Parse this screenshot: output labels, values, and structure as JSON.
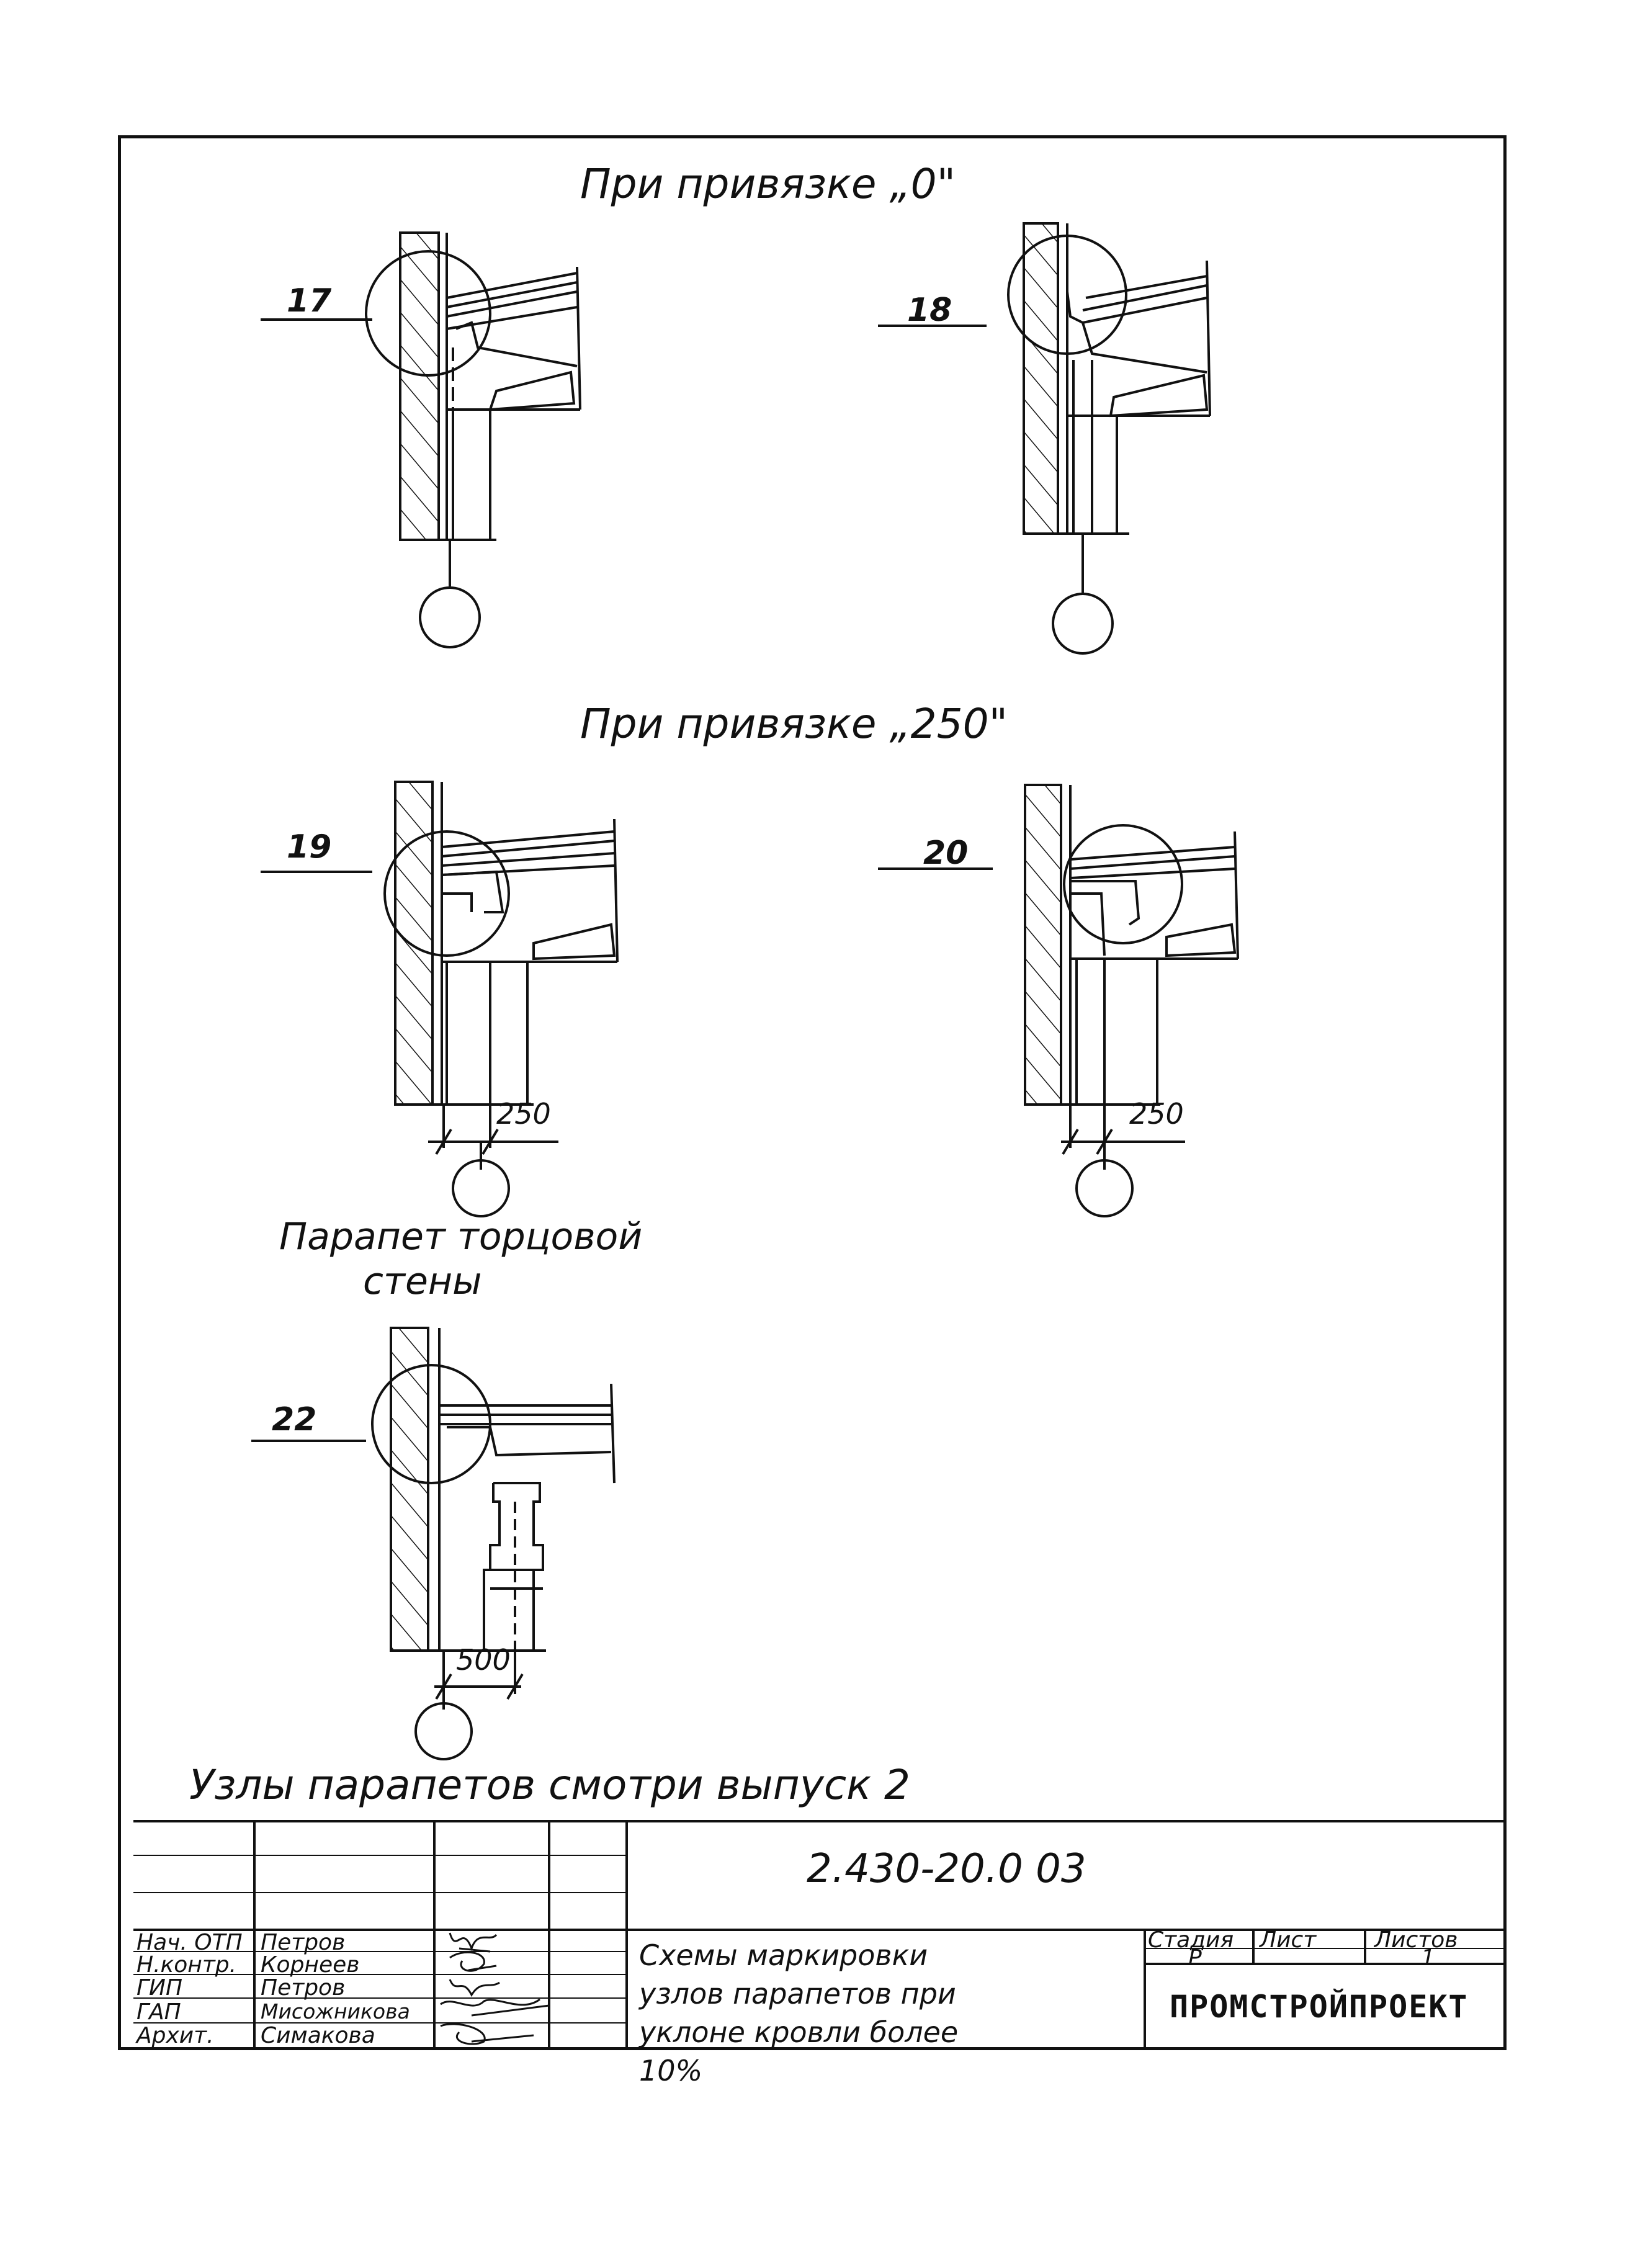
{
  "headings": {
    "binding_0": "При привязке „0\"",
    "binding_250": "При привязке „250\"",
    "end_wall_parapet_line1": "Парапет торцовой",
    "end_wall_parapet_line2": "стены",
    "footer_note": "Узлы парапетов смотри выпуск 2"
  },
  "nodes": {
    "n17": "17",
    "n18": "18",
    "n19": "19",
    "n20": "20",
    "n22": "22"
  },
  "dimensions": {
    "d250_left": "250",
    "d250_right": "250",
    "d500": "500"
  },
  "title_block": {
    "document_code": "2.430-20.0 03",
    "description": "Схемы маркировки узлов парапетов при уклоне кровли более 10%",
    "stage_header": "Стадия",
    "sheet_header": "Лист",
    "sheets_header": "Листов",
    "stage_value": "Р",
    "sheet_value": "",
    "sheets_value": "1",
    "organization": "ПРОМСТРОЙПРОЕКТ",
    "staff": [
      {
        "role": "Нач. ОТП",
        "name": "Петров"
      },
      {
        "role": "Н.контр.",
        "name": "Корнеев"
      },
      {
        "role": "ГИП",
        "name": "Петров"
      },
      {
        "role": "ГАП",
        "name": "Мисожникова"
      },
      {
        "role": "Архит.",
        "name": "Симакова"
      }
    ]
  }
}
